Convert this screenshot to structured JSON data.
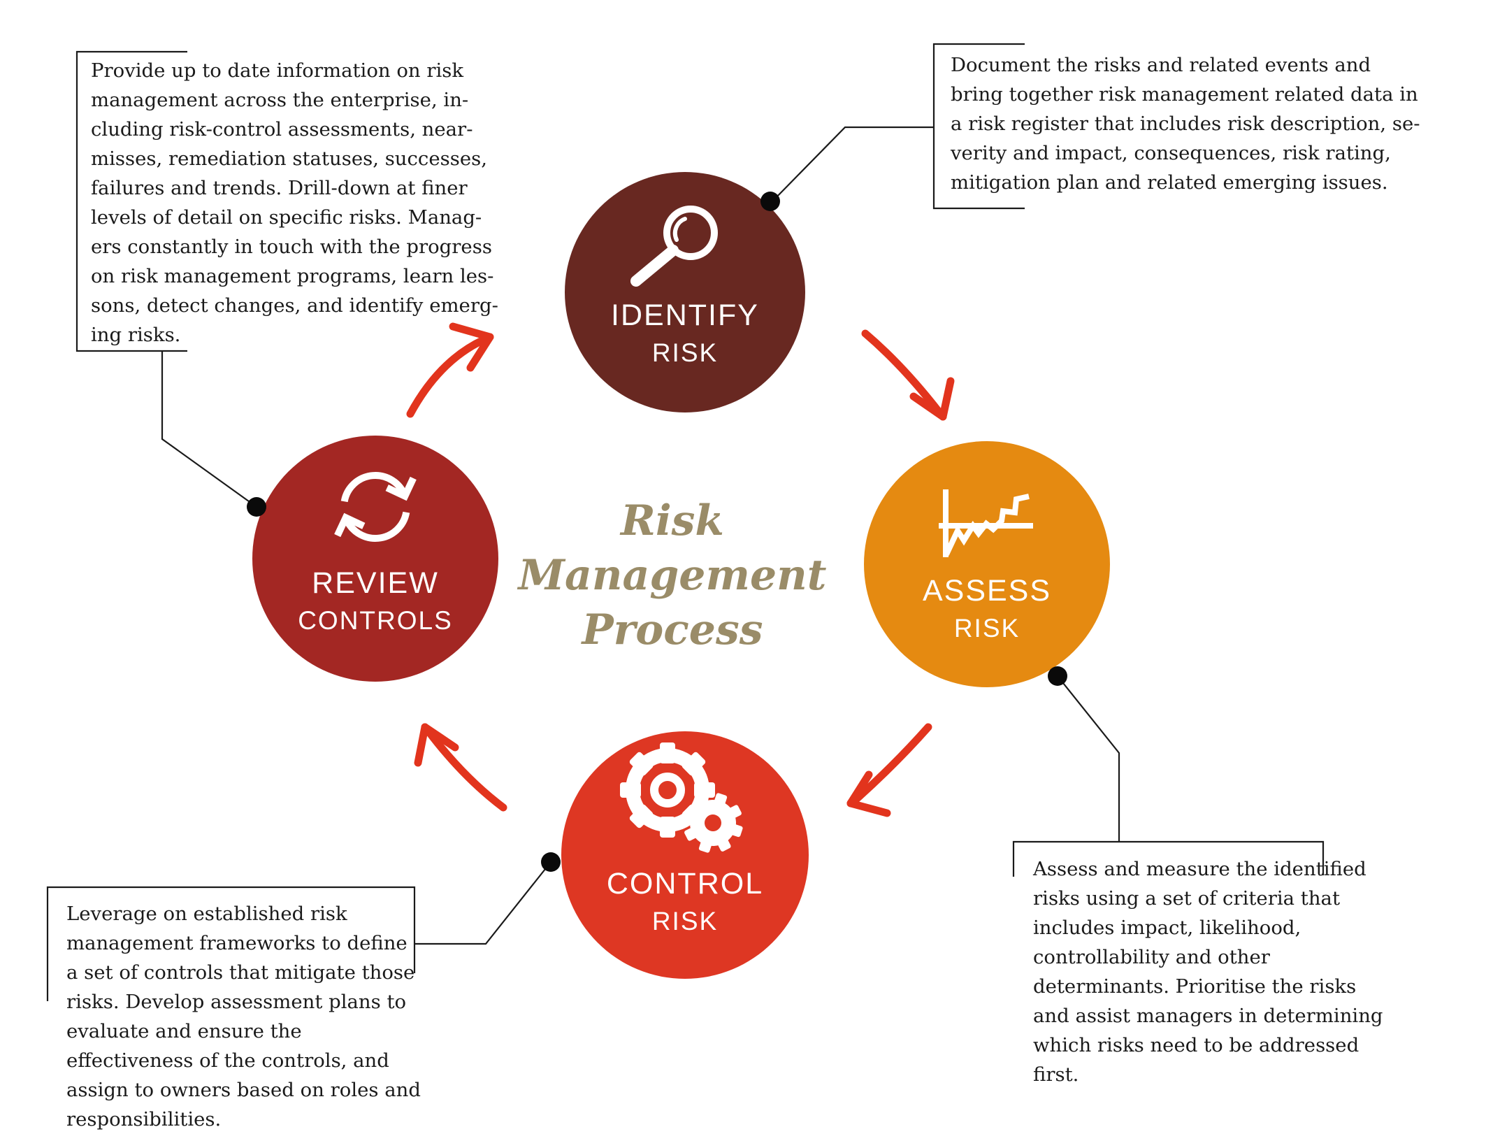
{
  "title": {
    "text": "Risk\nManagement\nProcess"
  },
  "nodes": [
    {
      "id": "identify",
      "label_line1": "IDENTIFY",
      "label_line2": "RISK",
      "color": "#682821",
      "icon": "magnifier-icon"
    },
    {
      "id": "assess",
      "label_line1": "ASSESS",
      "label_line2": "RISK",
      "color": "#E58A11",
      "icon": "chart-icon"
    },
    {
      "id": "control",
      "label_line1": "CONTROL",
      "label_line2": "RISK",
      "color": "#DE3723",
      "icon": "gears-icon"
    },
    {
      "id": "review",
      "label_line1": "REVIEW",
      "label_line2": "CONTROLS",
      "color": "#A32723",
      "icon": "sync-icon"
    }
  ],
  "callouts": {
    "top_left": {
      "text": "Provide up to date information on risk\nmanagement across the enterprise, in-\ncluding risk-control assessments, near-\nmisses, remediation statuses, successes,\nfailures and trends. Drill-down at finer\nlevels of detail on specific risks. Manag-\ners constantly in touch with the progress\non risk management programs, learn les-\nsons, detect changes, and identify emerg-\ning risks."
    },
    "top_right": {
      "text": "Document the risks and related events and\nbring together risk management related data in\na risk register that includes risk description, se-\nverity and impact, consequences, risk rating,\nmitigation plan and related emerging issues."
    },
    "bottom_left": {
      "text": "Leverage on established risk\nmanagement frameworks to define\na set of controls that mitigate those\nrisks. Develop assessment plans to\nevaluate and ensure the\neffectiveness of the controls, and\nassign to owners based on roles and\nresponsibilities."
    },
    "bottom_right": {
      "text": "Assess and measure the identified\nrisks using a set of criteria that\nincludes impact, likelihood,\ncontrollability and other\ndeterminants. Prioritise the risks\nand assist managers in determining\nwhich risks need to be addressed\nfirst."
    }
  },
  "colors": {
    "identify": "#682821",
    "assess": "#E58A11",
    "control": "#DE3723",
    "review": "#A32723",
    "arrow": "#E2341D",
    "title": "#9A8C68",
    "text": "#1A1A1A",
    "connector": "#1A1A1A",
    "dot": "#0A0A0A",
    "background": "#FFFFFF"
  }
}
